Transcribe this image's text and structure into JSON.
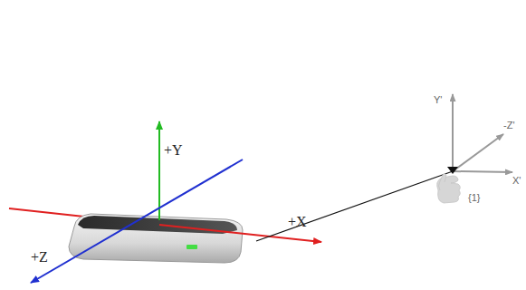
{
  "diagram": {
    "labels": [
      "+Y",
      "+X",
      "+Z",
      "Y'",
      "-Z'",
      "X'",
      "{1}"
    ]
  }
}
